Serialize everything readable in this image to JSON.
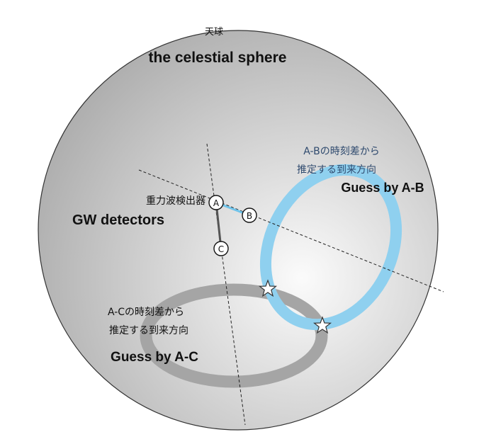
{
  "labels": {
    "sphere_jp": "天球",
    "sphere_en": "the celestial sphere",
    "detectors_jp": "重力波検出器",
    "detectors_en": "GW detectors",
    "ab_note_line1": "A-Bの時刻差から",
    "ab_note_line2": "推定する到来方向",
    "ab_guess": "Guess by A-B",
    "ac_note_line1": "A-Cの時刻差から",
    "ac_note_line2": "推定する到来方向",
    "ac_guess": "Guess by A-C"
  },
  "detectors": [
    {
      "id": "A",
      "label": "A"
    },
    {
      "id": "B",
      "label": "B"
    },
    {
      "id": "C",
      "label": "C"
    }
  ],
  "stars": [
    {
      "id": "intersection-1"
    },
    {
      "id": "intersection-2"
    }
  ],
  "colors": {
    "sphere_fill_center": "#fbfbfb",
    "sphere_fill_edge": "#a9a9a9",
    "sphere_stroke": "#333333",
    "ab_ring": "#8fd0ef",
    "ab_text": "#2f4a6e",
    "ac_ring": "#a5a5a5",
    "baseline_ab": "#6fc3ea",
    "baseline_ac": "#555555",
    "dashed": "#222222",
    "text": "#111111"
  }
}
